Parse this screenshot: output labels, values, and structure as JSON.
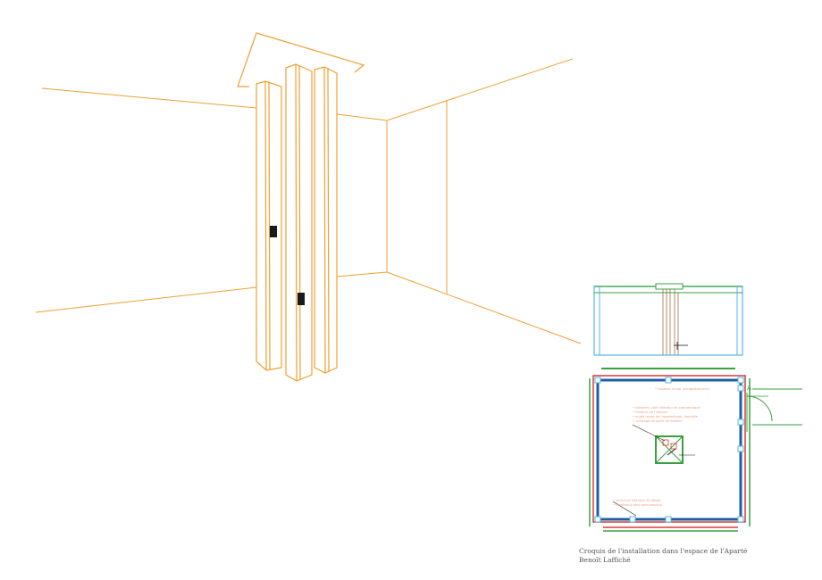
{
  "caption": {
    "line1": "Croquis de l'installation dans l'espace de l'Aparté",
    "line2": "Benoît Laffiché"
  },
  "plan_notes": {
    "top_note": "• hauteur du sol (enregistrement)",
    "center_notes": [
      "• pilastres, côté intérieur en contreplaqué",
      "• hauteur de l'espace",
      "• angle rouge de l'assemblage, reportée",
      "• centrage du point de fixation"
    ],
    "bottom_notes": [
      "• structure intérieur du dégât",
      "• matériaux pour gros travaux"
    ]
  },
  "colors": {
    "sketch": "#f0a030",
    "plan_blue": "#1f5fa8",
    "plan_red": "#d83a3a",
    "plan_green": "#3aa040",
    "plan_cyan": "#4fb8e8",
    "note_text": "#e8a08a",
    "dark": "#222222"
  }
}
